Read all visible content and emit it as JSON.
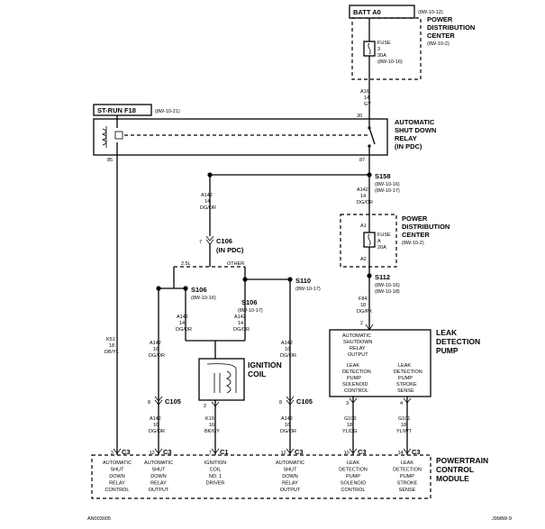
{
  "power_sources": {
    "batt": {
      "label": "BATT A0",
      "ref": "(8W-10-12)"
    },
    "strun": {
      "label": "ST-RUN F18",
      "ref": "(8W-10-21)"
    }
  },
  "pdc_top": {
    "title": [
      "POWER",
      "DISTRIBUTION",
      "CENTER"
    ],
    "ref": "(8W-10-2)",
    "fuse": [
      "FUSE",
      "3",
      "30A",
      "(8W-10-16)"
    ]
  },
  "asd_relay": {
    "title": [
      "AUTOMATIC",
      "SHUT DOWN",
      "RELAY",
      "(IN PDC)"
    ],
    "pins": {
      "p30": "30",
      "p85": "85",
      "p87": "87"
    }
  },
  "wire_a16": [
    "A16",
    "14",
    "GY"
  ],
  "wire_a142_top": [
    "A142",
    "14",
    "DG/OR"
  ],
  "wire_a142_s158": [
    "A142",
    "14",
    "DG/OR"
  ],
  "splice_s158": {
    "label": "S158",
    "refs": [
      "(8W-10-16)",
      "(8W-10-17)"
    ]
  },
  "pdc_mid": {
    "title": [
      "POWER",
      "DISTRIBUTION",
      "CENTER"
    ],
    "ref": "(8W-10-2)",
    "fuse": [
      "FUSE",
      "A",
      "20A"
    ],
    "pins": {
      "a1": "A1",
      "a2": "A2"
    }
  },
  "splice_s112": {
    "label": "S112",
    "refs": [
      "(8W-10-16)",
      "(8W-10-18)"
    ]
  },
  "wire_f84": [
    "F84",
    "18",
    "DG/PK"
  ],
  "c106": {
    "pin": "7",
    "label": "C106",
    "sub": "(IN PDC)"
  },
  "branch": {
    "left": "2.5L",
    "right": "OTHER"
  },
  "splice_s106a": {
    "label": "S106",
    "ref": "(8W-10-16)"
  },
  "splice_s106b": {
    "label": "S106",
    "ref": "(8W-10-17)"
  },
  "splice_s110": {
    "label": "S110",
    "ref": "(8W-10-17)"
  },
  "wire_a142_s106a": [
    "A142",
    "14",
    "DG/OR"
  ],
  "wire_a142_s106b": [
    "A142",
    "14",
    "DG/OR"
  ],
  "wire_a142_16_left": [
    "A142",
    "16",
    "DG/OR"
  ],
  "wire_a142_16_right": [
    "A142",
    "16",
    "DG/OR"
  ],
  "wire_ks1": [
    "K51",
    "18",
    "DB/YL"
  ],
  "ignition_coil": {
    "title": [
      "IGNITION",
      "COIL"
    ],
    "pin": "2"
  },
  "c105_left": {
    "pin": "8",
    "label": "C105"
  },
  "c105_right": {
    "pin": "8",
    "label": "C105"
  },
  "wire_a142_low_left": [
    "A142",
    "16",
    "DG/OR"
  ],
  "wire_a142_low_right": [
    "A142",
    "16",
    "DG/OR"
  ],
  "wire_k19": [
    "K19",
    "16",
    "BK/GY"
  ],
  "ldp": {
    "title": [
      "LEAK",
      "DETECTION",
      "PUMP"
    ],
    "pin_top": "2",
    "top_text": [
      "AUTOMATIC",
      "SHUTDOWN",
      "RELAY",
      "OUTPUT"
    ],
    "left_text": [
      "LEAK",
      "DETECTION",
      "PUMP",
      "SOLENOID",
      "CONTROL"
    ],
    "right_text": [
      "LEAK",
      "DETECTION",
      "PUMP",
      "STROKE",
      "SENSE"
    ],
    "pin_left": "3",
    "pin_right": "4"
  },
  "wire_g100": [
    "G100",
    "18",
    "YL/DG"
  ],
  "wire_g101": [
    "G101",
    "18",
    "YL/WT"
  ],
  "pcm": {
    "title": [
      "POWERTRAIN",
      "CONTROL",
      "MODULE"
    ],
    "pins": [
      {
        "num": "3",
        "conn": "C3",
        "text": [
          "AUTOMATIC",
          "SHUT",
          "DOWN",
          "RELAY",
          "CONTROL"
        ]
      },
      {
        "num": "12",
        "conn": "C3",
        "text": [
          "AUTOMATIC",
          "SHUT",
          "DOWN",
          "RELAY",
          "OUTPUT"
        ]
      },
      {
        "num": "7",
        "conn": "C1",
        "text": [
          "IGNITION",
          "COIL",
          "NO. 1",
          "DRIVER"
        ]
      },
      {
        "num": "12",
        "conn": "C3",
        "text": [
          "AUTOMATIC",
          "SHUT",
          "DOWN",
          "RELAY",
          "OUTPUT"
        ]
      },
      {
        "num": "10",
        "conn": "C3",
        "text": [
          "LEAK",
          "DETECTION",
          "PUMP",
          "SOLENOID",
          "CONTROL"
        ]
      },
      {
        "num": "14",
        "conn": "C3",
        "text": [
          "LEAK",
          "DETECTION",
          "PUMP",
          "STROKE",
          "SENSE"
        ]
      }
    ]
  },
  "footer": {
    "left": "AN003005",
    "right": "J998W-9"
  }
}
